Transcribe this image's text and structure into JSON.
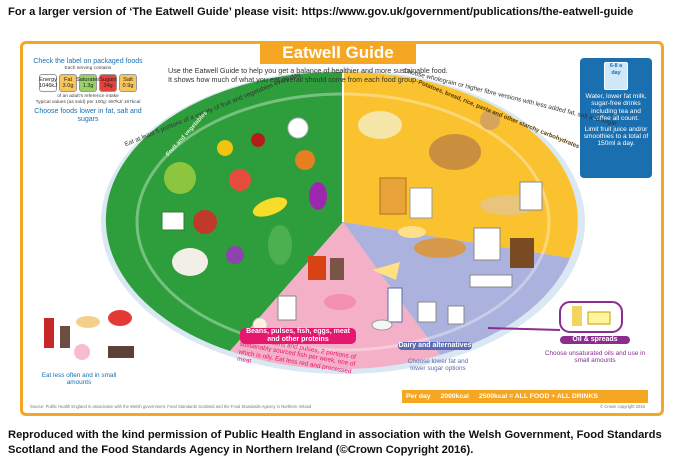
{
  "top_caption": "For a larger version of ‘The Eatwell Guide’ please visit: https://www.gov.uk/government/publications/the-eatwell-guide",
  "bottom_caption": "Reproduced with the kind permission of Public Health England in association with the Welsh Government, Food Standards Scotland and the Food Standards Agency in Northern Ireland (©Crown Copyright 2016).",
  "guide": {
    "title": "Eatwell Guide",
    "subtitle_line1": "Use the Eatwell Guide to help you get a balance of healthier and more sustainable food.",
    "subtitle_line2": "It shows how much of what you eat overall should come from each food group."
  },
  "label_panel": {
    "title": "Check the label on packaged foods",
    "serving": "Each serving contains",
    "cells": [
      {
        "name": "Energy",
        "value": "1046kJ",
        "color": "#ffffff"
      },
      {
        "name": "Fat",
        "value": "3.0g",
        "color": "#f8c65a"
      },
      {
        "name": "Saturates",
        "value": "1.3g",
        "color": "#9bd06a"
      },
      {
        "name": "Sugars",
        "value": "34g",
        "color": "#e8413b"
      },
      {
        "name": "Salt",
        "value": "0.9g",
        "color": "#f8c65a"
      }
    ],
    "reference": "of an adult's reference intake",
    "typical": "Typical values (as sold) per 100g: 697kJ/ 167kcal",
    "footer": "Choose foods lower in fat, salt and sugars"
  },
  "drinks_panel": {
    "glass_label": "6-8 a day",
    "text1": "Water, lower fat milk, sugar-free drinks including tea and coffee all count.",
    "text2": "Limit fruit juice and/or smoothies to a total of 150ml a day."
  },
  "segments": {
    "fruit_veg_curve": "Eat at least 5 portions of a variety of fruit and vegetables every day",
    "fruit_veg_inner": "Fruit and vegetables",
    "starch_curve": "Choose wholegrain or higher fibre versions with less added fat, salt and sugar",
    "starch_inner": "Potatoes, bread, rice, pasta and other starchy carbohydrates",
    "protein_label": "Beans, pulses, fish, eggs, meat and other proteins",
    "protein_note": "Eat more beans and pulses, 2 portions of sustainably sourced fish per week, one of which is oily. Eat less red and processed meat",
    "dairy_label": "Dairy and alternatives",
    "dairy_note": "Choose lower fat and lower sugar options",
    "oil_label": "Oil & spreads",
    "oil_note": "Choose unsaturated oils and use in small amounts",
    "treats_note": "Eat less often and in small amounts"
  },
  "bottom_bar": {
    "per_day": "Per day",
    "women": "2000kcal",
    "men": "2500kcal = ALL FOOD + ALL DRINKS"
  },
  "credit": "Source: Public Health England in association with the Welsh government, Food Standards Scotland and the Food Standards Agency in Northern Ireland",
  "copyright": "© Crown copyright 2016",
  "colors": {
    "frame": "#f5a623",
    "fruit_veg": "#2e9e3c",
    "fruit_veg_rim": "#4cb849",
    "starch": "#f9c22e",
    "starch_rim": "#fbd64d",
    "protein": "#f3b0c6",
    "dairy": "#aab2dd",
    "oil": "#c88fd0",
    "plate_outer": "#f0f6ee"
  }
}
